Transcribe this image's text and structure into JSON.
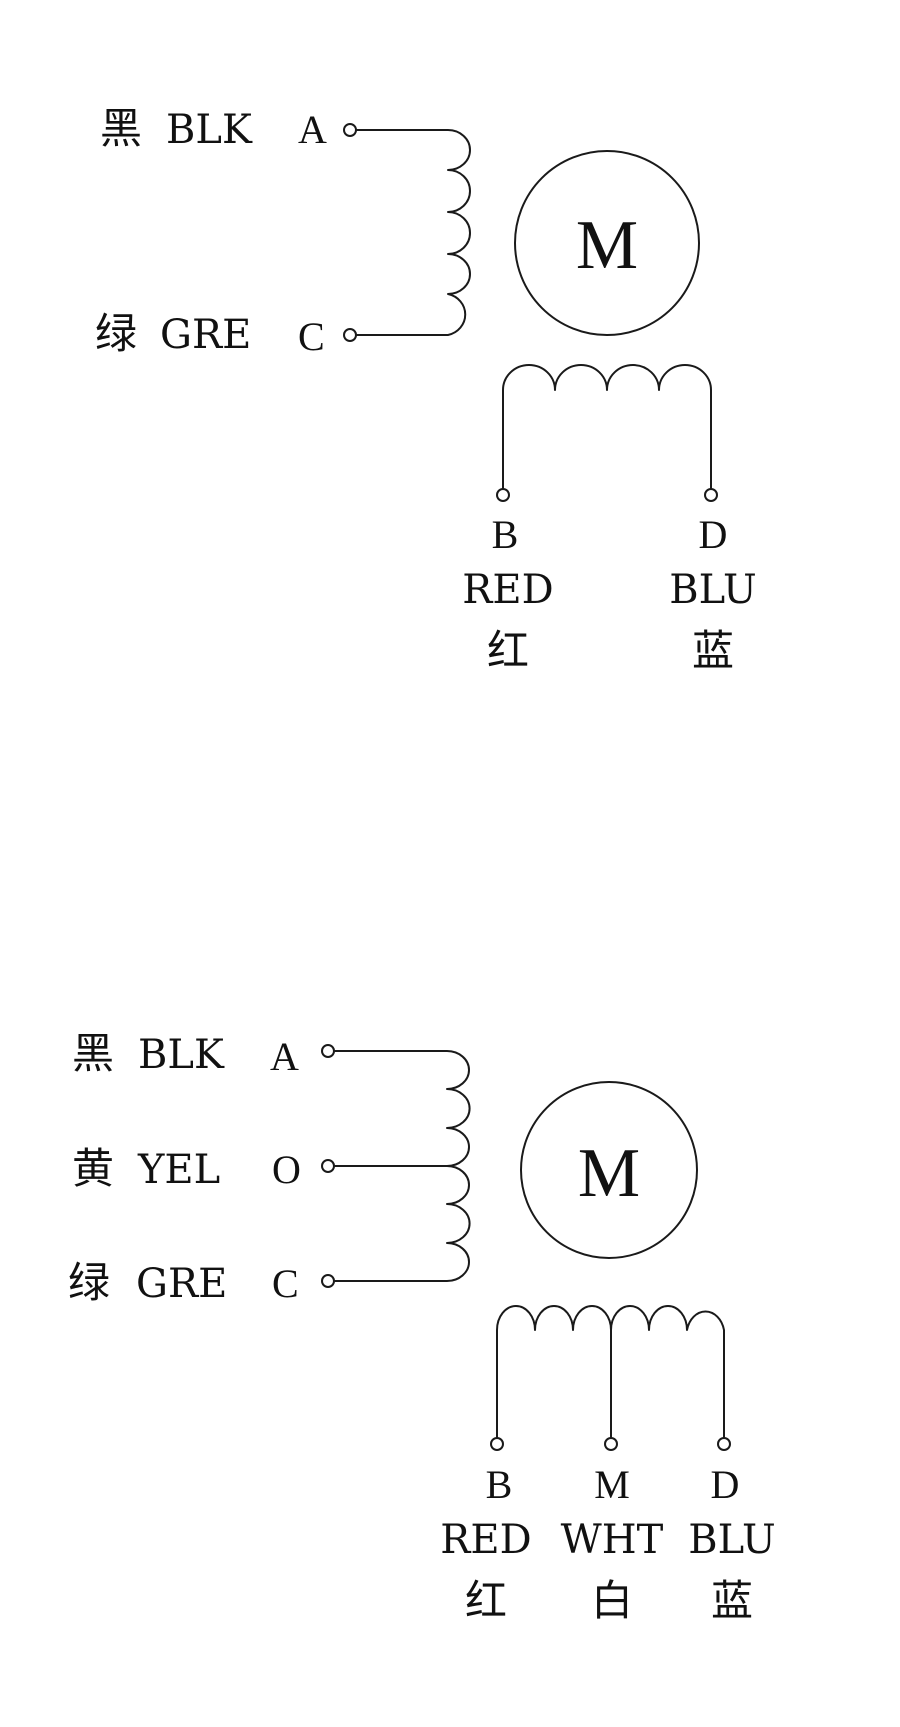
{
  "diagrams": {
    "four_wire": {
      "motor_label": "M",
      "side_wires": [
        {
          "cn": "黑",
          "color_code": "BLK",
          "pin": "A"
        },
        {
          "cn": "绿",
          "color_code": "GRE",
          "pin": "C"
        }
      ],
      "bottom_wires": [
        {
          "pin": "B",
          "color_code": "RED",
          "cn": "红"
        },
        {
          "pin": "D",
          "color_code": "BLU",
          "cn": "蓝"
        }
      ]
    },
    "six_wire": {
      "motor_label": "M",
      "side_wires": [
        {
          "cn": "黑",
          "color_code": "BLK",
          "pin": "A"
        },
        {
          "cn": "黄",
          "color_code": "YEL",
          "pin": "O"
        },
        {
          "cn": "绿",
          "color_code": "GRE",
          "pin": "C"
        }
      ],
      "bottom_wires": [
        {
          "pin": "B",
          "color_code": "RED",
          "cn": "红"
        },
        {
          "pin": "M",
          "color_code": "WHT",
          "cn": "白"
        },
        {
          "pin": "D",
          "color_code": "BLU",
          "cn": "蓝"
        }
      ]
    }
  }
}
